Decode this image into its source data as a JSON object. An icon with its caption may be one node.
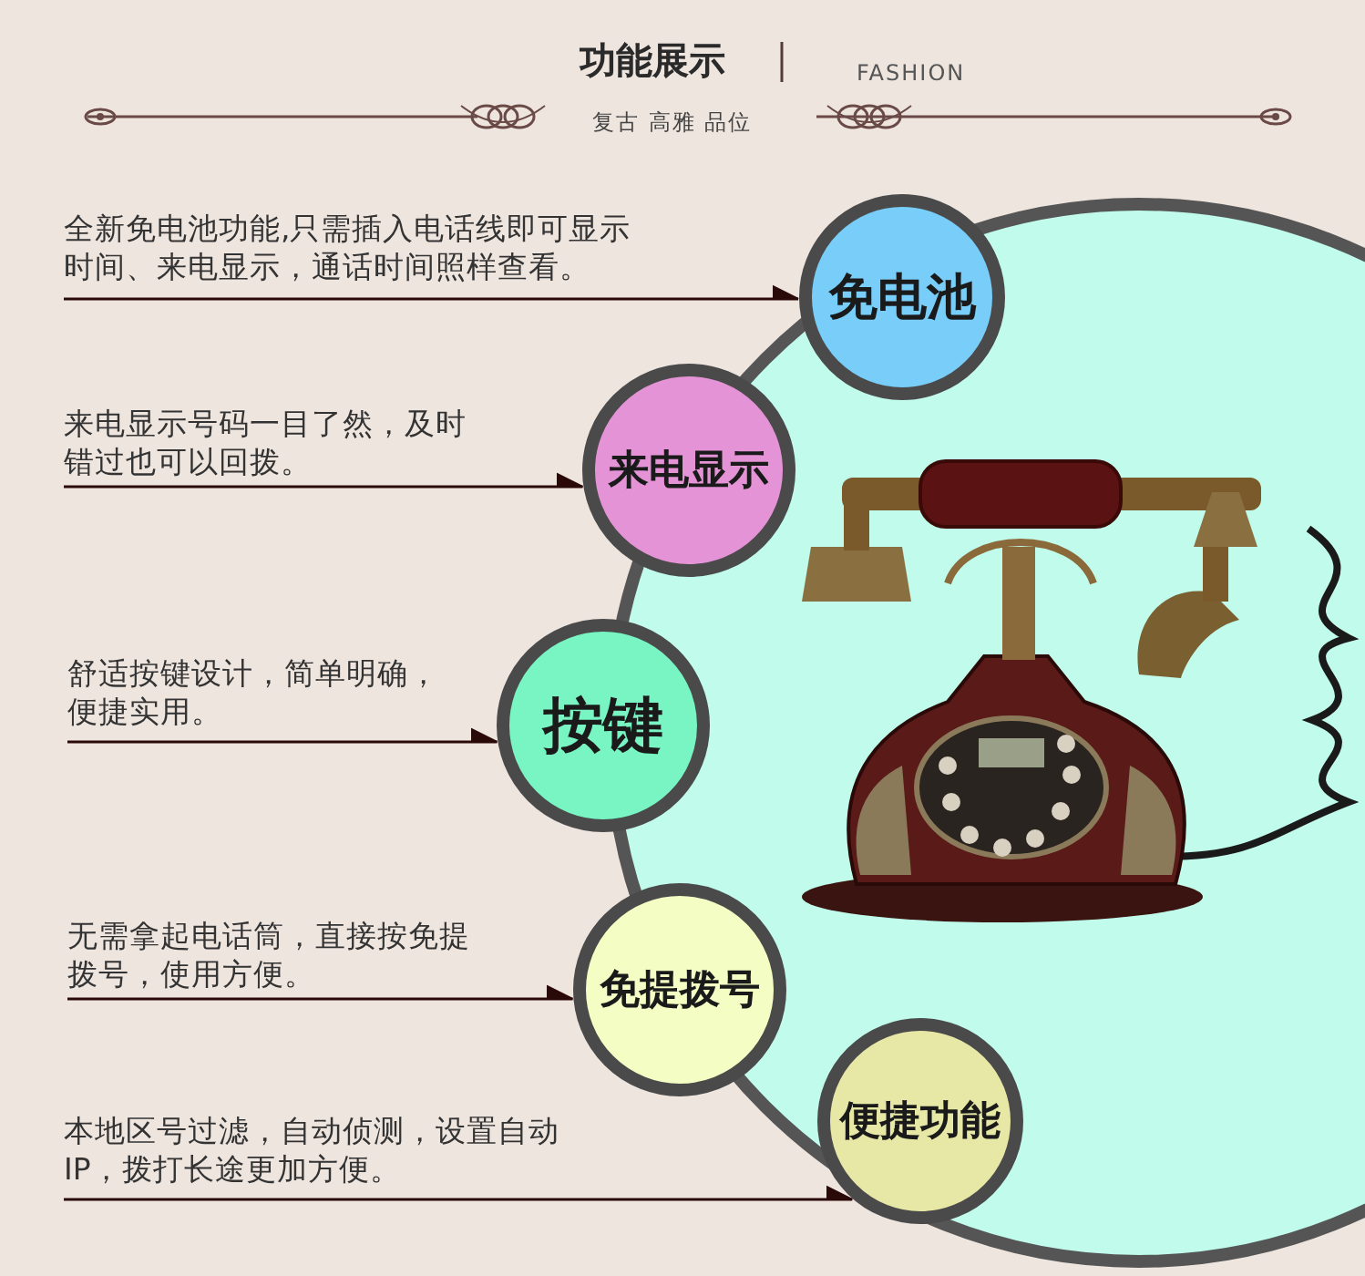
{
  "diagram": {
    "title": "功能展示",
    "nodes": [
      {
        "text": [
          "全新免电池功能,只需插入电话线即可显示时间、来电显示，通话时间照样查看。"
        ]
      },
      {
        "text": [
          "免电池"
        ]
      },
      {
        "text": [
          "来电显示号码一目了然，及时错过也可以回拨。"
        ]
      },
      {
        "text": [
          "来电显示"
        ]
      },
      {
        "text": [
          "舒适按键设计，简单明确，便捷实用。"
        ]
      },
      {
        "text": [
          "按键"
        ]
      },
      {
        "text": [
          "无需拿起电话筒，直接按免提拨号，使用方便。"
        ]
      },
      {
        "text": [
          "免提拨号"
        ]
      },
      {
        "text": [
          "本地区号过滤，自动侦测，设置自动IP，拨打长途更加方便。"
        ]
      },
      {
        "text": [
          "便捷功能"
        ]
      }
    ],
    "edges": [
      {
        "from": 0,
        "to": 1,
        "arrow": "to"
      },
      {
        "from": 2,
        "to": 3,
        "arrow": "to"
      },
      {
        "from": 4,
        "to": 5,
        "arrow": "to"
      },
      {
        "from": 6,
        "to": 7,
        "arrow": "to"
      },
      {
        "from": 8,
        "to": 9,
        "arrow": "to"
      }
    ],
    "labels": [
      "FASHION",
      "复古 高雅 品位"
    ]
  }
}
